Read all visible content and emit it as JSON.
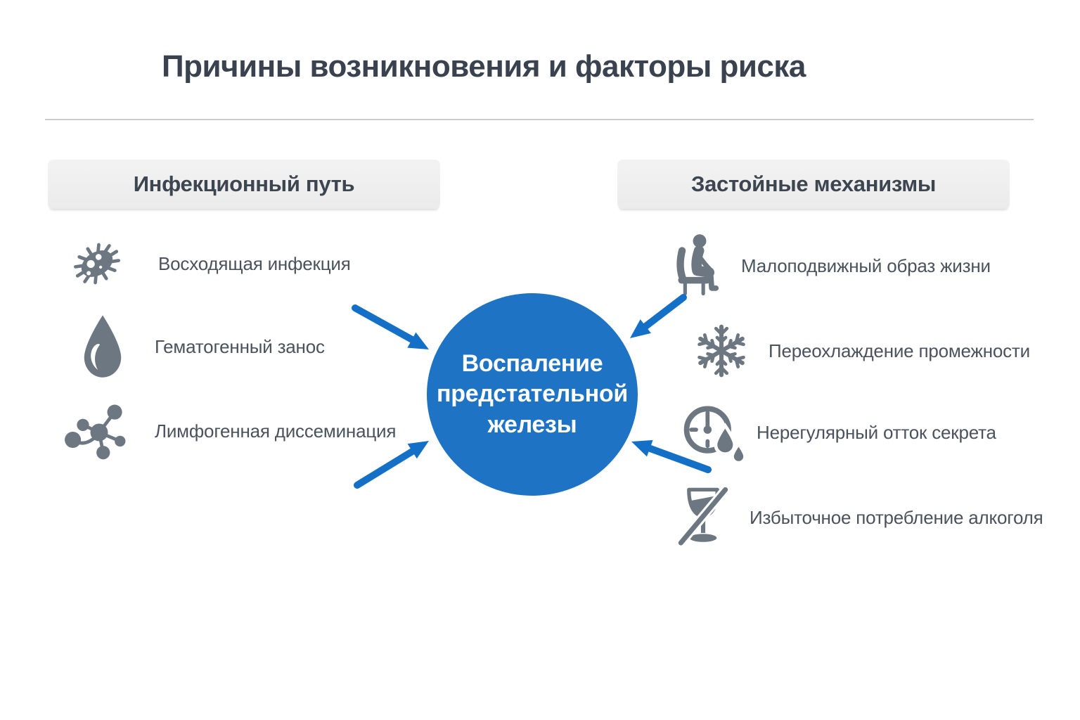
{
  "title": "Причины возникновения и факторы риска",
  "colors": {
    "accent_blue": "#1e73c4",
    "arrow_blue": "#1470c7",
    "icon_gray": "#6d7781",
    "header_bg": "#efefef",
    "title_text": "#39424e",
    "label_text": "#4a535d"
  },
  "left_section": {
    "header": "Инфекционный путь",
    "items": [
      {
        "icon": "bacteria-icon",
        "label": "Восходящая инфекция"
      },
      {
        "icon": "blood-drop-icon",
        "label": "Гематогенный занос"
      },
      {
        "icon": "molecule-icon",
        "label": "Лимфогенная диссеминация"
      }
    ]
  },
  "right_section": {
    "header": "Застойные механизмы",
    "items": [
      {
        "icon": "sitting-person-icon",
        "label": "Малоподвижный образ жизни"
      },
      {
        "icon": "snowflake-icon",
        "label": "Переохлаждение промежности"
      },
      {
        "icon": "clock-drop-icon",
        "label": "Нерегулярный отток секрета"
      },
      {
        "icon": "no-alcohol-icon",
        "label": "Избыточное потребление алкоголя"
      }
    ]
  },
  "center": {
    "line1": "Воспаление",
    "line2": "предстательной",
    "line3": "железы"
  }
}
